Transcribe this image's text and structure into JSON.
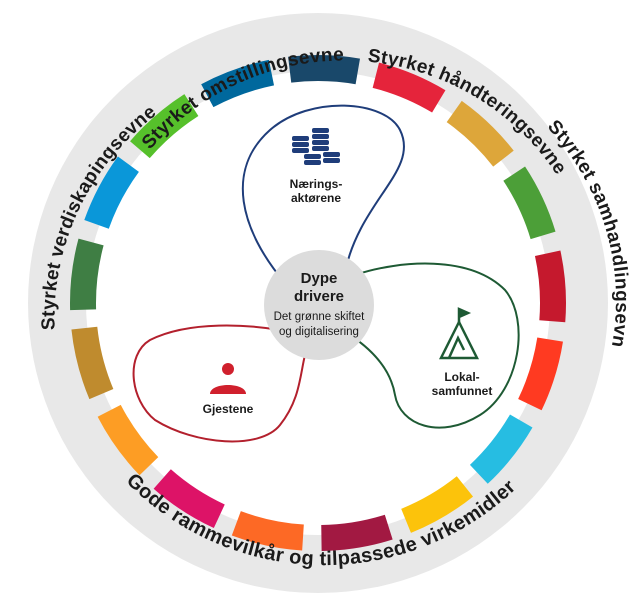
{
  "ring_labels": {
    "top_left": "Styrket omstillingsevne",
    "top_right": "Styrket håndteringsevne",
    "right": "Styrket samhandlingsevne",
    "left": "Styrket  verdiskapingsevne",
    "bottom": "Gode rammevilkår og tilpassede virkemidler"
  },
  "center": {
    "title_line1": "Dype",
    "title_line2": "drivere",
    "sub_line1": "Det grønne skiftet",
    "sub_line2": "og digitalisering"
  },
  "nodes": {
    "business": {
      "line1": "Nærings-",
      "line2": "aktørene",
      "icon": "coins-stack-icon",
      "loop_color": "#1f3d7a"
    },
    "guests": {
      "line1": "Gjestene",
      "icon": "person-icon",
      "loop_color": "#b3202d"
    },
    "community": {
      "line1": "Lokal-",
      "line2": "samfunnet",
      "icon": "mountain-flag-icon",
      "loop_color": "#1e5a34"
    }
  },
  "colors": {
    "outer_ring": "#e8e8e8",
    "center_disc": "#dcdcdc",
    "segments": [
      "#e5243b",
      "#dda63a",
      "#4c9f38",
      "#c5192d",
      "#ff3a21",
      "#26bde2",
      "#fcc30b",
      "#a21942",
      "#fd6925",
      "#dd1367",
      "#fd9d24",
      "#bf8b2e",
      "#3f7e44",
      "#0a97d9",
      "#56c02b",
      "#00689d",
      "#19486a"
    ]
  }
}
